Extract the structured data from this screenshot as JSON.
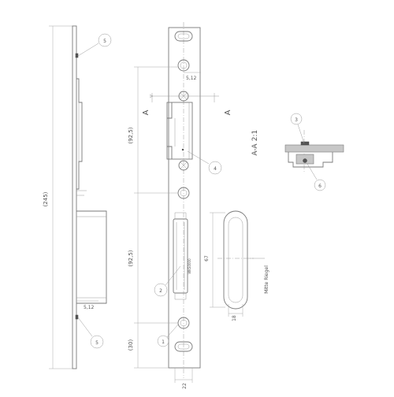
{
  "dimensions": {
    "overall_length": "(245)",
    "upper_spacing": "(92,5)",
    "lower_spacing": "(92,5)",
    "bottom_offset": "(30)",
    "screw_offset": "5,12",
    "side_offset": "5,12",
    "slot_length": "67",
    "slot_width": "18",
    "bottom_width": "22"
  },
  "section": {
    "cut_label": "A",
    "title": "A-A",
    "scale": "2:1"
  },
  "annotations": {
    "mark_text": "Mitte Riegel",
    "engraving": "WKS0000"
  },
  "callouts": [
    "5",
    "5",
    "4",
    "2",
    "1",
    "3",
    "6"
  ]
}
